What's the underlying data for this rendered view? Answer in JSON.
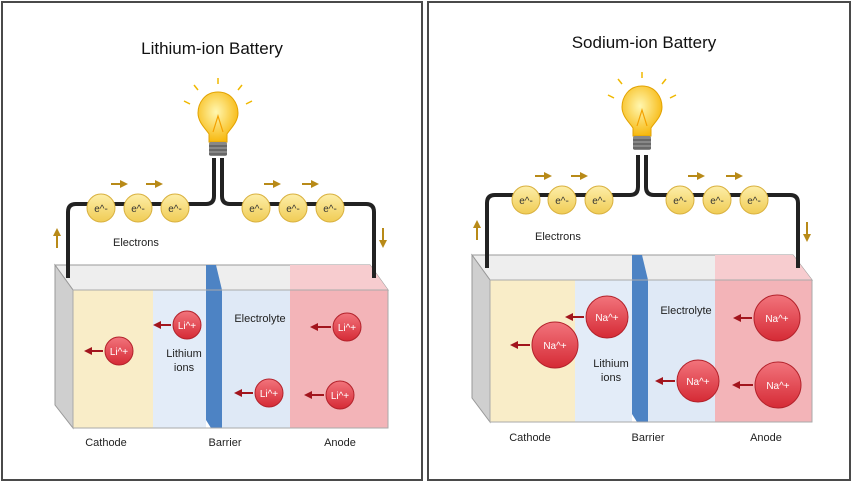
{
  "panels": [
    {
      "id": "lithium",
      "title": "Lithium-ion Battery",
      "electron_label": "e^-",
      "electrons_caption": "Electrons",
      "ion_label": "Li^+",
      "ions_caption_line1": "Lithium",
      "ions_caption_line2": "ions",
      "electrolyte_label": "Electrolyte",
      "cathode_label": "Cathode",
      "barrier_label": "Barrier",
      "anode_label": "Anode"
    },
    {
      "id": "sodium",
      "title": "Sodium-ion Battery",
      "electron_label": "e^-",
      "electrons_caption": "Electrons",
      "ion_label": "Na^+",
      "ions_caption_line1": "Lithium",
      "ions_caption_line2": "ions",
      "electrolyte_label": "Electrolyte",
      "cathode_label": "Cathode",
      "barrier_label": "Barrier",
      "anode_label": "Anode"
    }
  ],
  "colors": {
    "frame": "#4a4a4a",
    "wire": "#222222",
    "cathode": "#f9edc8",
    "middle": "#e3ecf8",
    "barrier": "#4d83c4",
    "anode": "#f3b4b8",
    "ion": "#e23b45",
    "electron": "#f6da6e",
    "arrow_ion": "#a2151d",
    "arrow_electron": "#b88a18",
    "bulb": "#ffd21f"
  }
}
